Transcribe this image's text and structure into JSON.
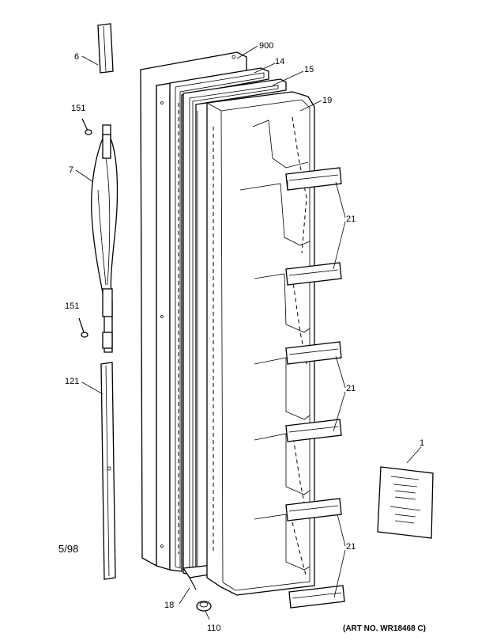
{
  "callouts": {
    "p6": "6",
    "p900": "900",
    "p14": "14",
    "p15": "15",
    "p19": "19",
    "p151a": "151",
    "p7": "7",
    "p21a": "21",
    "p151b": "151",
    "p21b": "21",
    "p121": "121",
    "p1": "1",
    "p21c": "21",
    "p18": "18",
    "p110": "110"
  },
  "date_code": "5/98",
  "art_number": "(ART NO. WR18468 C)"
}
